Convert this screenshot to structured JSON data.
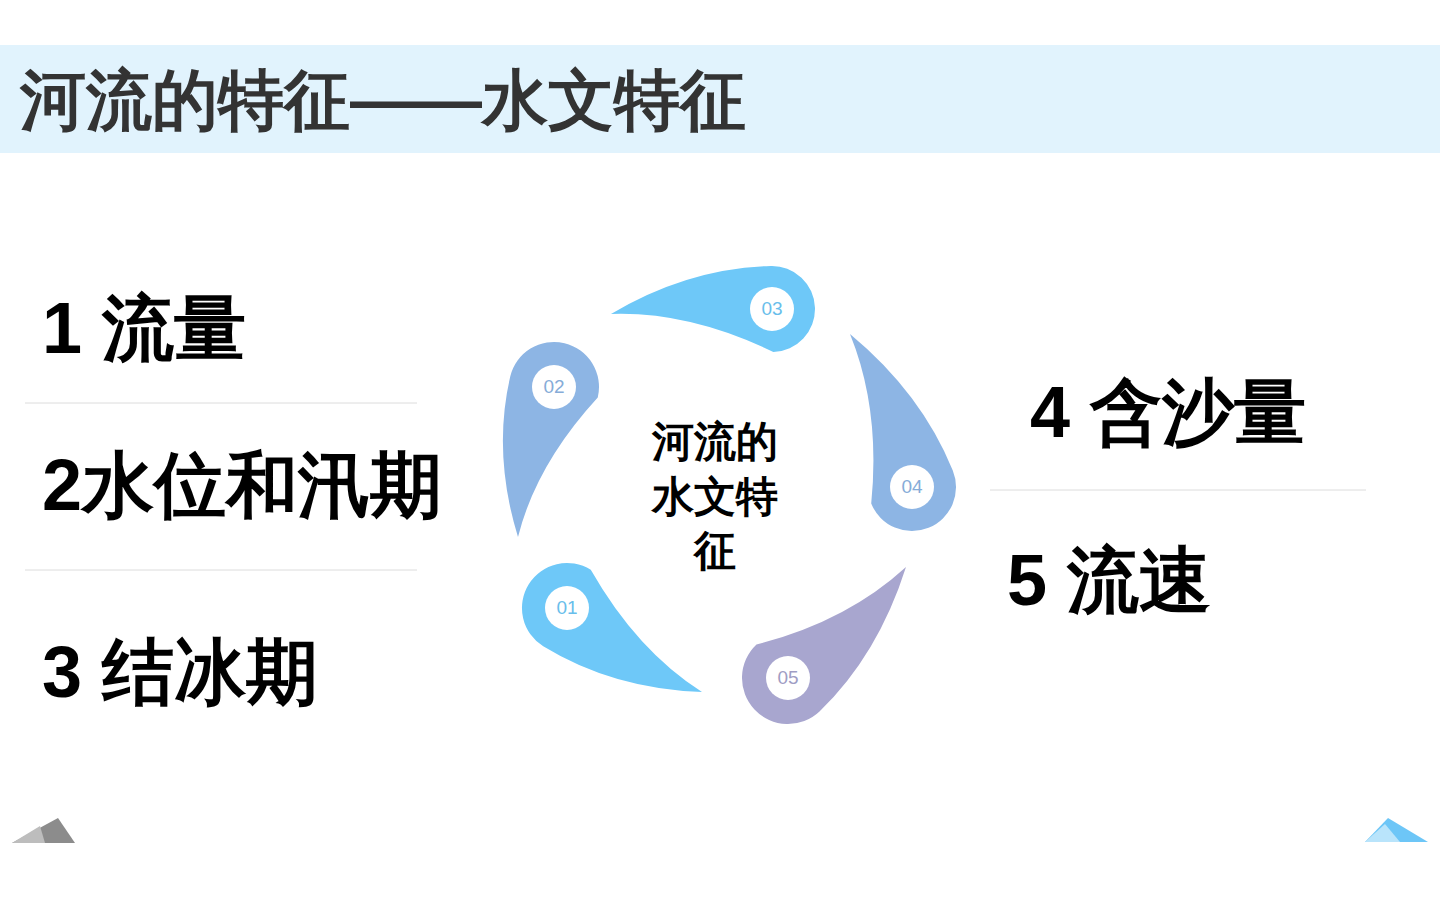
{
  "diagram": {
    "title": "河流的特征——水文特征",
    "nodes": [
      {
        "text": [
          "01"
        ]
      },
      {
        "text": [
          "02"
        ]
      },
      {
        "text": [
          "03"
        ]
      },
      {
        "text": [
          "04"
        ]
      },
      {
        "text": [
          "05"
        ]
      }
    ],
    "labels": [
      "1 流量",
      "2水位和汛期",
      "3 结冰期",
      "河流的水文特征",
      "4 含沙量",
      "5 流速"
    ]
  }
}
